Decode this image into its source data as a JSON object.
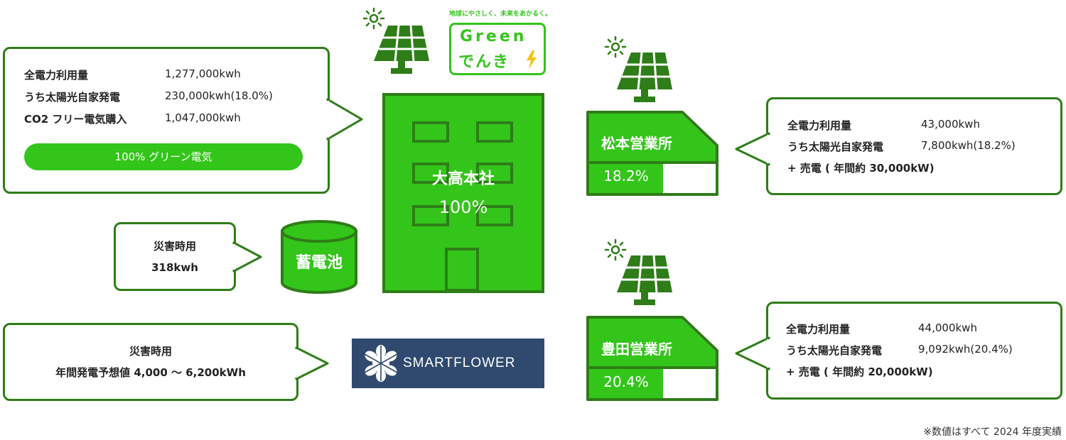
{
  "hq": {
    "name": "大高本社",
    "percent": "100%",
    "stats": [
      {
        "label": "全電力利用量",
        "value": "1,277,000kwh"
      },
      {
        "label": "うち太陽光自家発電",
        "value": "230,000kwh(18.0%)"
      },
      {
        "label": "CO2 フリー電気購入",
        "value": "1,047,000kwh"
      }
    ],
    "badge": "100% グリーン電気"
  },
  "green_logo": {
    "tagline": "地球にやさしく、未来をあかるく。",
    "line1": "Green",
    "line2": "でんき"
  },
  "battery": {
    "name": "蓄電池",
    "bubble_line1": "災害時用",
    "bubble_line2": "318kwh"
  },
  "smartflower": {
    "brand": "SMARTFLOWER",
    "bubble_line1": "災害時用",
    "bubble_line2": "年間発電予想値 4,000 〜 6,200kWh"
  },
  "matsumoto": {
    "name": "松本営業所",
    "percent": "18.2%",
    "stats": [
      {
        "label": "全電力利用量",
        "value": "43,000kwh"
      },
      {
        "label": "うち太陽光自家発電",
        "value": "7,800kwh(18.2%)"
      }
    ],
    "sale": "+ 売電 ( 年間約 30,000kW)"
  },
  "toyota": {
    "name": "豊田営業所",
    "percent": "20.4%",
    "stats": [
      {
        "label": "全電力利用量",
        "value": "44,000kwh"
      },
      {
        "label": "うち太陽光自家発電",
        "value": "9,092kwh(20.4%)"
      }
    ],
    "sale": "+ 売電 ( 年間約 20,000kW)"
  },
  "footnote": "※数値はすべて 2024 年度実績",
  "colors": {
    "dark_green": "#2e7d18",
    "bright_green": "#33c51a",
    "navy": "#2f4a6e"
  }
}
